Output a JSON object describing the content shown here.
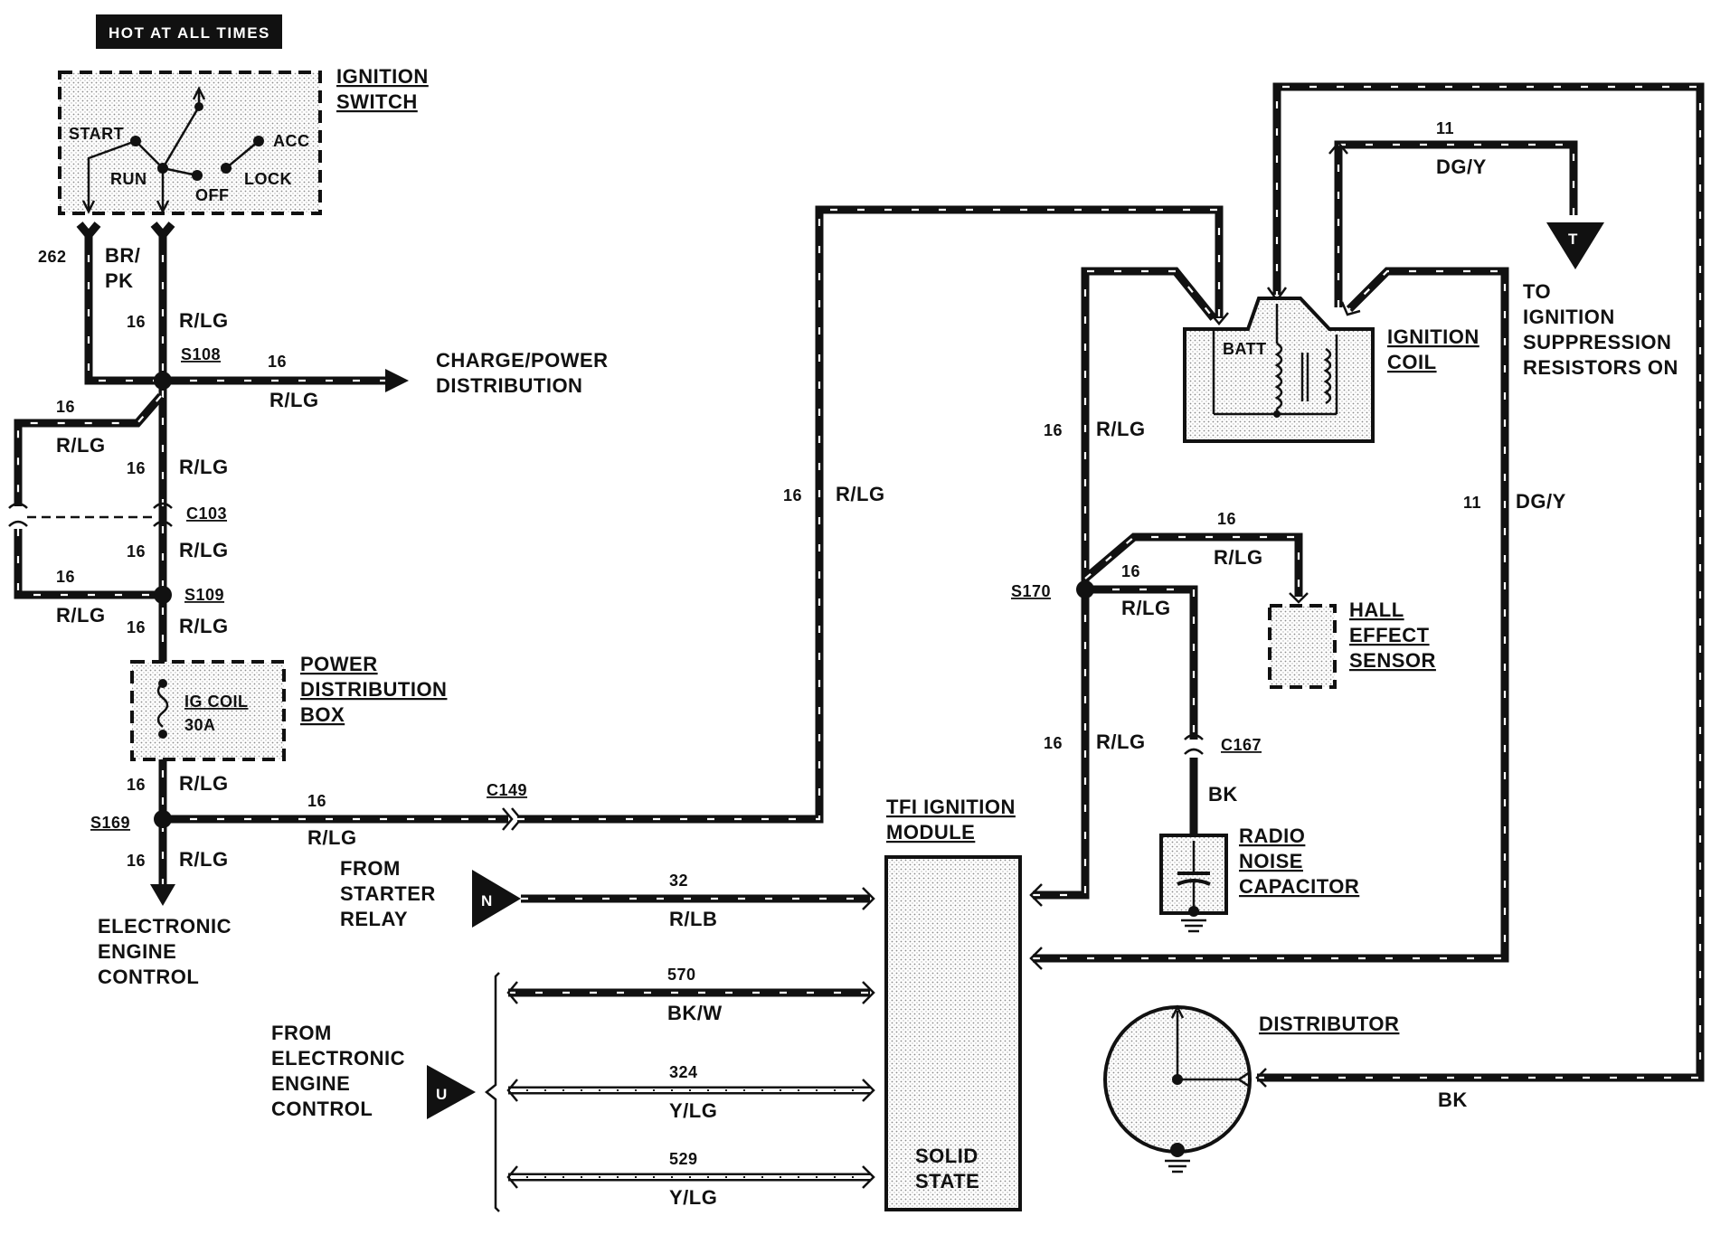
{
  "header": {
    "hot_at_all_times": "HOT AT ALL TIMES"
  },
  "ignition_switch": {
    "title_line1": "IGNITION",
    "title_line2": "SWITCH",
    "positions": {
      "start": "START",
      "acc": "ACC",
      "run": "RUN",
      "off": "OFF",
      "lock": "LOCK"
    }
  },
  "splices": {
    "s108": "S108",
    "s109": "S109",
    "s169": "S169",
    "s170": "S170"
  },
  "connectors": {
    "c103": "C103",
    "c149": "C149",
    "c167": "C167"
  },
  "wires": {
    "w262": {
      "circuit": "262",
      "color_line1": "BR/",
      "color_line2": "PK"
    },
    "gauge16": "16",
    "rlg": "R/LG",
    "w11": {
      "circuit": "11",
      "color": "DG/Y"
    },
    "w32": {
      "circuit": "32",
      "color": "R/LB"
    },
    "w570": {
      "circuit": "570",
      "color": "BK/W"
    },
    "w324": {
      "circuit": "324",
      "color": "Y/LG"
    },
    "w529": {
      "circuit": "529",
      "color": "Y/LG"
    },
    "bk": "BK"
  },
  "charge_power": {
    "line1": "CHARGE/POWER",
    "line2": "DISTRIBUTION"
  },
  "power_dist_box": {
    "title_line1": "POWER",
    "title_line2": "DISTRIBUTION",
    "title_line3": "BOX",
    "fuse_name": "IG COIL",
    "fuse_rating": "30A"
  },
  "eec_out": {
    "line1": "ELECTRONIC",
    "line2": "ENGINE",
    "line3": "CONTROL"
  },
  "starter_relay": {
    "line1": "FROM",
    "line2": "STARTER",
    "line3": "RELAY",
    "marker": "N"
  },
  "eec_in": {
    "line1": "FROM",
    "line2": "ELECTRONIC",
    "line3": "ENGINE",
    "line4": "CONTROL",
    "marker": "U"
  },
  "tfi_module": {
    "title_line1": "TFI IGNITION",
    "title_line2": "MODULE",
    "body_line1": "SOLID",
    "body_line2": "STATE"
  },
  "ignition_coil": {
    "title_line1": "IGNITION",
    "title_line2": "COIL",
    "batt": "BATT"
  },
  "suppression": {
    "line1": "TO",
    "line2": "IGNITION",
    "line3": "SUPPRESSION",
    "line4": "RESISTORS ON",
    "marker": "T"
  },
  "hall_sensor": {
    "line1": "HALL",
    "line2": "EFFECT",
    "line3": "SENSOR"
  },
  "radio_capacitor": {
    "line1": "RADIO",
    "line2": "NOISE",
    "line3": "CAPACITOR"
  },
  "distributor": {
    "title": "DISTRIBUTOR"
  }
}
